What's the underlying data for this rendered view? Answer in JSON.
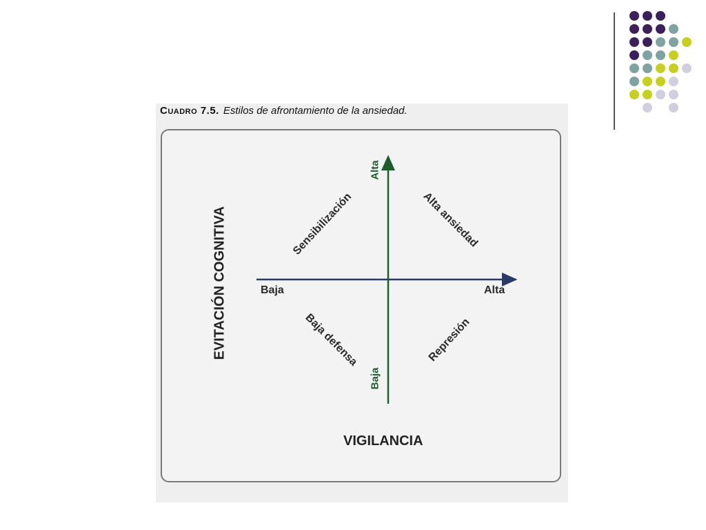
{
  "caption": {
    "number": "Cuadro 7.5.",
    "title": "Estilos de afrontamiento de la ansiedad."
  },
  "axes": {
    "y_title": "EVITACIÓN COGNITIVA",
    "x_title": "VIGILANCIA",
    "x_low": "Baja",
    "x_high": "Alta",
    "y_high": "Alta",
    "y_low": "Baja"
  },
  "quadrants": {
    "top_left": "Sensibilización",
    "top_right": "Alta ansiedad",
    "bottom_left": "Baja defensa",
    "bottom_right": "Represión"
  },
  "colors": {
    "axis_line": "#2a3a66",
    "vertical_axis": "#1b5e2a",
    "dot_purple": "#3d1f5c",
    "dot_teal": "#7fa3a0",
    "dot_yellow": "#c7cf1f",
    "dot_lavender": "#cfcfe0"
  },
  "decoration": {
    "dot_grid_colors": [
      [
        "purple",
        "purple",
        "purple",
        "",
        ""
      ],
      [
        "purple",
        "purple",
        "purple",
        "teal",
        ""
      ],
      [
        "purple",
        "purple",
        "teal",
        "teal",
        "yellow"
      ],
      [
        "purple",
        "teal",
        "teal",
        "yellow",
        ""
      ],
      [
        "teal",
        "teal",
        "yellow",
        "yellow",
        "lavender"
      ],
      [
        "teal",
        "yellow",
        "yellow",
        "lavender",
        ""
      ],
      [
        "yellow",
        "yellow",
        "lavender",
        "lavender",
        ""
      ],
      [
        "",
        "lavender",
        "",
        "lavender",
        ""
      ]
    ]
  }
}
